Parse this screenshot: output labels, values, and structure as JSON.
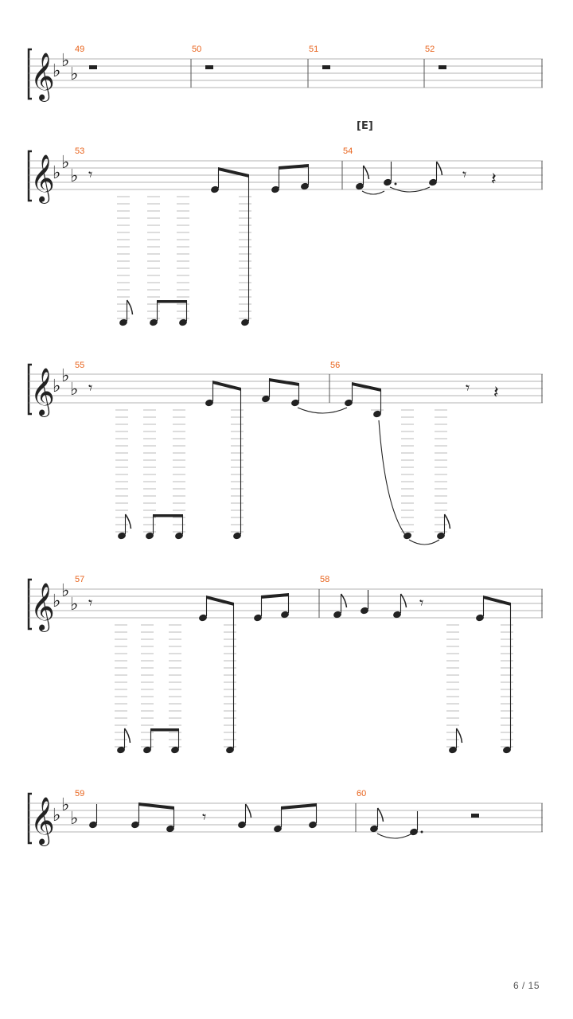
{
  "page_number": "6 / 15",
  "rehearsal_mark": "[E]",
  "systems": [
    {
      "measures": [
        {
          "number": "49"
        },
        {
          "number": "50"
        },
        {
          "number": "51"
        },
        {
          "number": "52"
        }
      ]
    },
    {
      "measures": [
        {
          "number": "53"
        },
        {
          "number": "54"
        }
      ]
    },
    {
      "measures": [
        {
          "number": "55"
        },
        {
          "number": "56"
        }
      ]
    },
    {
      "measures": [
        {
          "number": "57"
        },
        {
          "number": "58"
        }
      ]
    },
    {
      "measures": [
        {
          "number": "59"
        },
        {
          "number": "60"
        }
      ]
    }
  ],
  "colors": {
    "measure_number": "#e8631c",
    "notation": "#222222",
    "staff_line": "#9a9a9a"
  }
}
